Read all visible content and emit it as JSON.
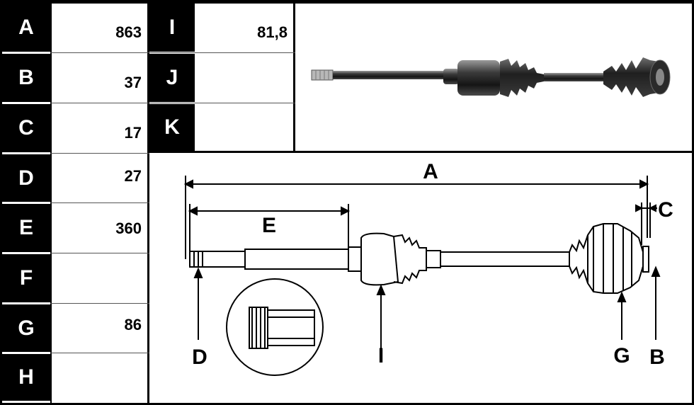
{
  "dimensions_left": [
    {
      "letter": "A",
      "value": "863"
    },
    {
      "letter": "B",
      "value": "37"
    },
    {
      "letter": "C",
      "value": "17"
    },
    {
      "letter": "D",
      "value": "27"
    },
    {
      "letter": "E",
      "value": "360"
    },
    {
      "letter": "F",
      "value": ""
    },
    {
      "letter": "G",
      "value": "86"
    },
    {
      "letter": "H",
      "value": ""
    }
  ],
  "dimensions_right": [
    {
      "letter": "I",
      "value": "81,8"
    },
    {
      "letter": "J",
      "value": ""
    },
    {
      "letter": "K",
      "value": ""
    }
  ],
  "diagram_labels": {
    "A": "A",
    "B": "B",
    "C": "C",
    "D": "D",
    "E": "E",
    "G": "G",
    "I": "I"
  },
  "colors": {
    "ink": "#000000",
    "paper": "#ffffff",
    "metal": "#2b2b2b"
  }
}
